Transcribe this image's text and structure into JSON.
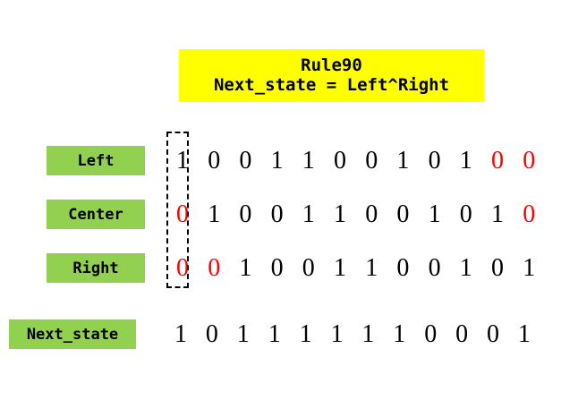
{
  "title": {
    "line1": "Rule90",
    "line2": "Next_state = Left^Right",
    "background_color": "#ffff00"
  },
  "colors": {
    "label_background": "#92d050",
    "title_background": "#ffff00",
    "bit_normal": "#000000",
    "bit_highlight": "#ff0000",
    "page_background": "#ffffff"
  },
  "rows": [
    {
      "label": "Left",
      "bits": [
        "1",
        "0",
        "0",
        "1",
        "1",
        "0",
        "0",
        "1",
        "0",
        "1",
        "0",
        "0"
      ],
      "red_flags": [
        false,
        false,
        false,
        false,
        false,
        false,
        false,
        false,
        false,
        false,
        true,
        true
      ]
    },
    {
      "label": "Center",
      "bits": [
        "0",
        "1",
        "0",
        "0",
        "1",
        "1",
        "0",
        "0",
        "1",
        "0",
        "1",
        "0"
      ],
      "red_flags": [
        true,
        false,
        false,
        false,
        false,
        false,
        false,
        false,
        false,
        false,
        false,
        true
      ]
    },
    {
      "label": "Right",
      "bits": [
        "0",
        "0",
        "1",
        "0",
        "0",
        "1",
        "1",
        "0",
        "0",
        "1",
        "0",
        "1"
      ],
      "red_flags": [
        true,
        true,
        false,
        false,
        false,
        false,
        false,
        false,
        false,
        false,
        false,
        false
      ]
    },
    {
      "label": "Next_state",
      "bits": [
        "1",
        "0",
        "1",
        "1",
        "1",
        "1",
        "1",
        "1",
        "0",
        "0",
        "0",
        "1"
      ],
      "red_flags": [
        false,
        false,
        false,
        false,
        false,
        false,
        false,
        false,
        false,
        false,
        false,
        false
      ]
    }
  ],
  "highlight_box": {
    "name": "first-column-dashed-outline",
    "style": "dashed"
  }
}
